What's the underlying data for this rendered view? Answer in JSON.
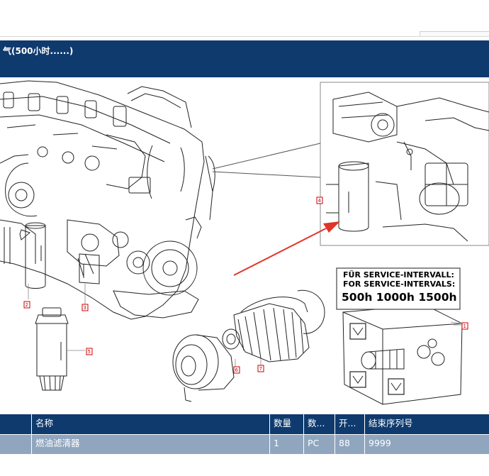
{
  "header": {
    "title": "气(500小时......)"
  },
  "diagram": {
    "callouts": [
      "2",
      "3",
      "5",
      "4",
      "6",
      "7",
      "1"
    ],
    "service_text": {
      "line1": "FÜR SERVICE-INTERVALL:",
      "line2": "FOR SERVICE-INTERVALS:",
      "line3": "500h 1000h 1500h"
    }
  },
  "parts_table": {
    "columns": [
      "",
      "名称",
      "数量",
      "数...",
      "开...",
      "结束序列号"
    ],
    "rows": [
      [
        "",
        "燃油滤清器",
        "1",
        "PC",
        "88",
        "9999"
      ]
    ]
  },
  "colors": {
    "header_bg": "#0e3a6e",
    "row_bg": "#90a6bf",
    "callout": "#cc0000",
    "arrow": "#e0342a"
  }
}
